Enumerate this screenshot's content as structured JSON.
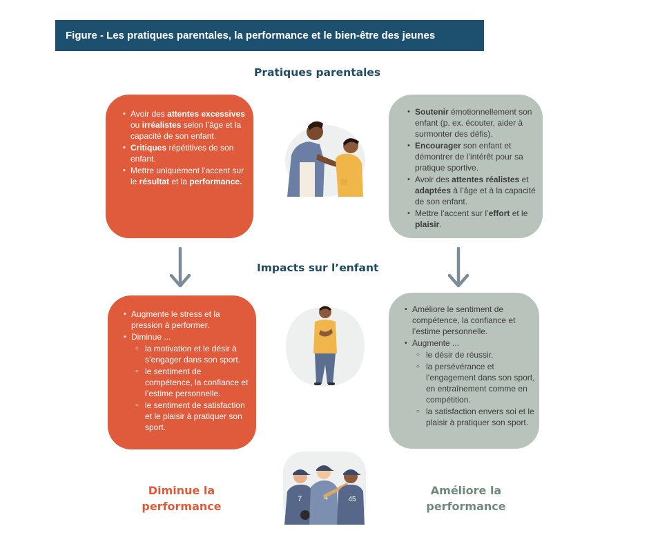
{
  "title": "Figure - Les pratiques parentales, la performance et le bien-être des jeunes",
  "headings": {
    "practices": "Pratiques parentales",
    "impacts": "Impacts sur l’enfant"
  },
  "negative_practices": {
    "i0": {
      "p0": "Avoir des ",
      "p1": "attentes excessives",
      "p2": " ou ",
      "p3": "irréalistes",
      "p4": " selon l’âge et la capacité de son enfant."
    },
    "i1": {
      "p0": "Critiques",
      "p1": " répétitives de son enfant."
    },
    "i2": {
      "p0": "Mettre uniquement l’accent sur le ",
      "p1": "résultat",
      "p2": " et la ",
      "p3": "performance."
    }
  },
  "positive_practices": {
    "i0": {
      "p0": "Soutenir",
      "p1": " émotionnellement son enfant (p. ex. écouter, aider à surmonter des défis)."
    },
    "i1": {
      "p0": "Encourager",
      "p1": " son enfant et démontrer de l’intérêt pour sa pratique sportive."
    },
    "i2": {
      "p0": "Avoir des ",
      "p1": "attentes réalistes",
      "p2": " et ",
      "p3": "adaptées",
      "p4": " à l’âge et à la capacité de son enfant."
    },
    "i3": {
      "p0": "Mettre l’accent sur l’",
      "p1": "effort",
      "p2": " et le ",
      "p3": "plaisir",
      "p4": "."
    }
  },
  "negative_impacts": {
    "i0": "Augmente le stress et la pression à performer.",
    "i1": "Diminue ...",
    "sub": {
      "s0": "la motivation et le désir à s’engager dans son sport.",
      "s1": "le sentiment de compétence, la confiance et l’estime personnelle.",
      "s2": "le sentiment de satisfaction et le plaisir à pratiquer son sport."
    }
  },
  "positive_impacts": {
    "i0": "Améliore le sentiment de compétence, la confiance et l’estime personnelle.",
    "i1": "Augmente ...",
    "sub": {
      "s0": "le désir de réussir.",
      "s1": "la persévérance et l’engagement dans son sport, en entraînement comme en compétition.",
      "s2": "la satisfaction envers soi et le plaisir à pratiquer son sport."
    }
  },
  "outcomes": {
    "negative": "Diminue la performance",
    "positive": "Améliore la performance"
  },
  "jersey_numbers": {
    "left": "7",
    "middle": "4",
    "right": "45"
  },
  "colors": {
    "title_bg": "#1d4f6e",
    "red": "#e05a3c",
    "grey": "#b8c3bc",
    "heading": "#1f4b63",
    "arrow": "#7b8b98",
    "positive_text": "#6f8a7c"
  }
}
